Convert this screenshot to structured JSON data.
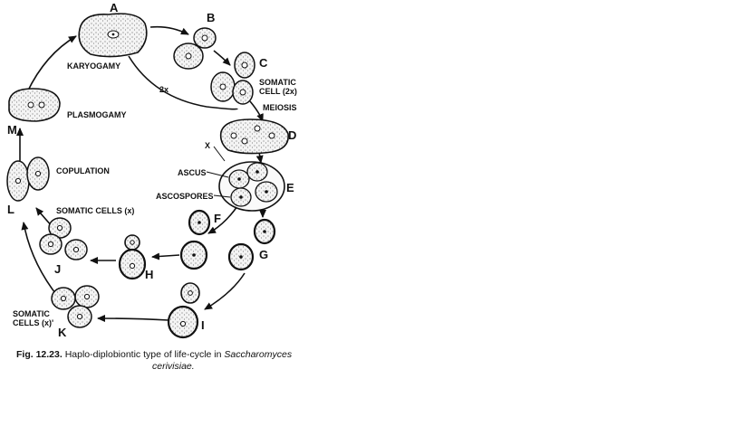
{
  "stages": {
    "a": "A",
    "b": "B",
    "c": "C",
    "d": "D",
    "e": "E",
    "f": "F",
    "g": "G",
    "h": "H",
    "i": "I",
    "j": "J",
    "k": "K",
    "l": "L",
    "m": "M"
  },
  "labels": {
    "karyogamy": "KARYOGAMY",
    "two_x": "2x",
    "somatic_cell_2x_line1": "SOMATIC",
    "somatic_cell_2x_line2": "CELL (2x)",
    "meiosis": "MEIOSIS",
    "x": "X",
    "ascus": "ASCUS",
    "ascospores": "ASCOSPORES",
    "plasmogamy": "PLASMOGAMY",
    "copulation": "COPULATION",
    "somatic_cells_x": "SOMATIC CELLS (x)",
    "somatic_cells_x_k_line1": "SOMATIC",
    "somatic_cells_x_k_line2": "CELLS (x)'"
  },
  "caption": {
    "figure_number": "Fig. 12.23.",
    "text": "Haplo-diplobiontic type of life-cycle in",
    "species_genus": "Saccharomyces",
    "species_epithet": "cerivisiae."
  }
}
